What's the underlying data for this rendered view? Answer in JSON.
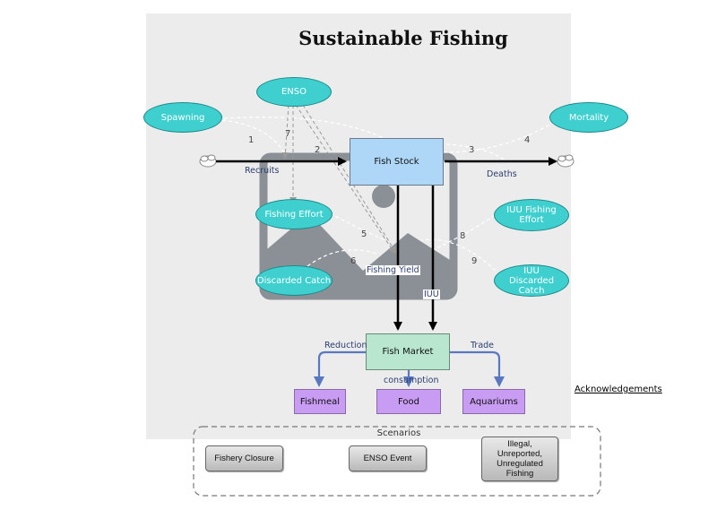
{
  "title": "Sustainable Fishing",
  "stock": {
    "label": "Fish Stock"
  },
  "market": {
    "label": "Fish Market"
  },
  "products": [
    {
      "id": "fishmeal",
      "label": "Fishmeal"
    },
    {
      "id": "food",
      "label": "Food"
    },
    {
      "id": "aquariums",
      "label": "Aquariums"
    }
  ],
  "converters": [
    {
      "id": "spawning",
      "label": "Spawning"
    },
    {
      "id": "enso",
      "label": "ENSO"
    },
    {
      "id": "mortality",
      "label": "Mortality"
    },
    {
      "id": "fishing-effort",
      "label": "Fishing Effort"
    },
    {
      "id": "iuu-fishing-effort",
      "label": "IUU Fishing Effort"
    },
    {
      "id": "discarded-catch",
      "label": "Discarded Catch"
    },
    {
      "id": "iuu-discarded-catch",
      "label": "IUU Discarded Catch"
    }
  ],
  "flows": {
    "recruits": "Recruits",
    "deaths": "Deaths",
    "fishing_yield": "Fishing Yield",
    "iuu": "IUU",
    "reduction": "Reduction",
    "consumption": "consumption",
    "trade": "Trade"
  },
  "link_numbers": [
    "1",
    "2",
    "3",
    "4",
    "5",
    "6",
    "7",
    "8",
    "9"
  ],
  "acknowledgements": "Acknowledgements",
  "scenarios": {
    "title": "Scenarios",
    "buttons": [
      {
        "id": "fishery-closure",
        "label": "Fishery Closure"
      },
      {
        "id": "enso-event",
        "label": "ENSO Event"
      },
      {
        "id": "iuu-fishing",
        "label": "Illegal, Unreported, Unregulated Fishing"
      }
    ]
  }
}
